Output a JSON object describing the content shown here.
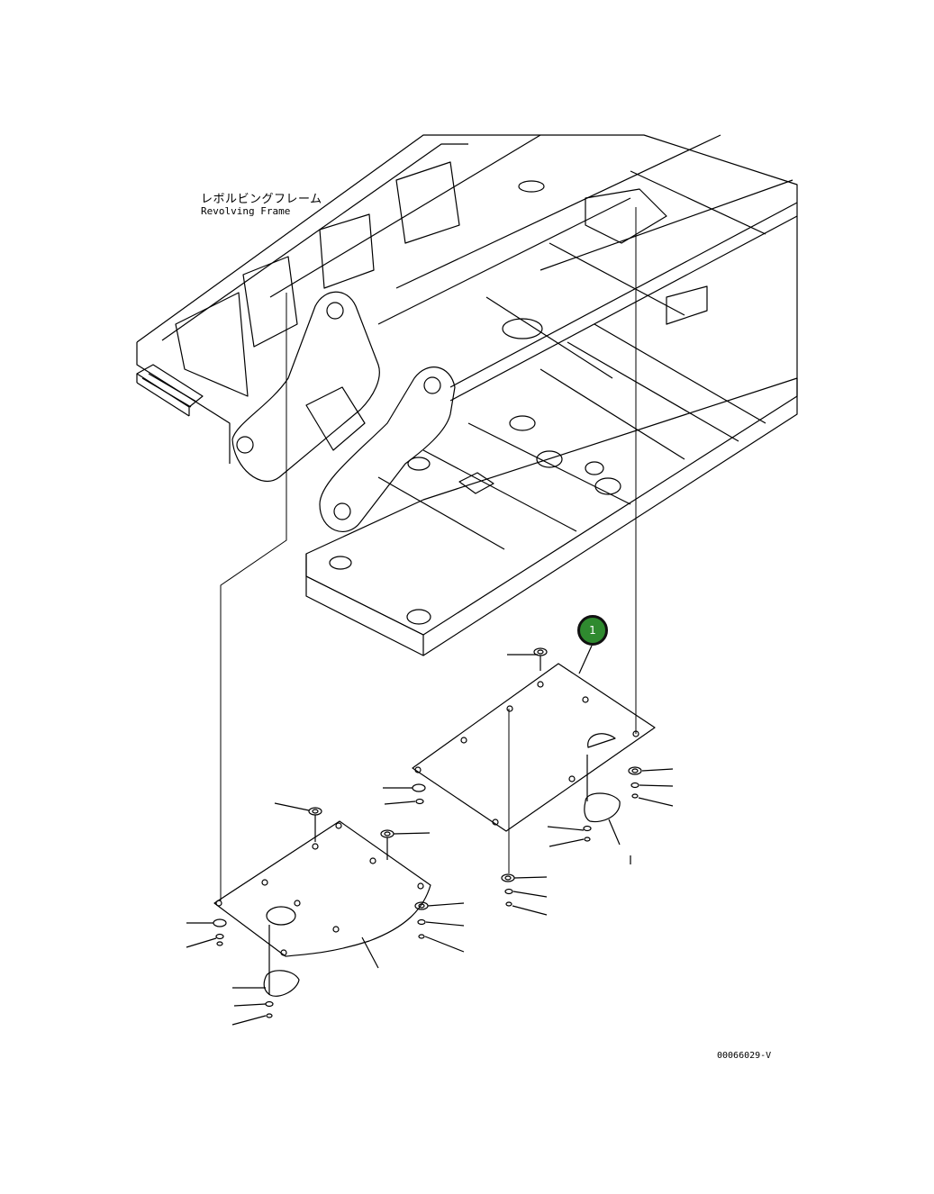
{
  "labels": {
    "frame_jp": "レボルビングフレーム",
    "frame_en": "Revolving Frame",
    "drawing_code": "00066029-V"
  },
  "callouts": [
    {
      "number": "1",
      "color": "#2f8a2f"
    }
  ]
}
